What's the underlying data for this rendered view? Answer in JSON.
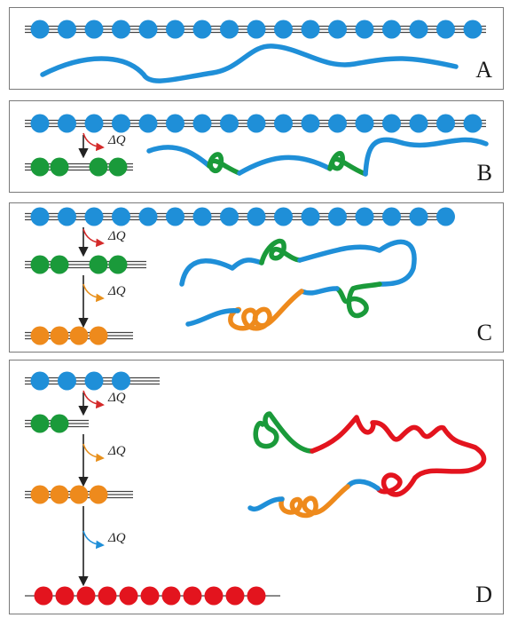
{
  "panels": [
    {
      "id": "A",
      "label": "A"
    },
    {
      "id": "B",
      "label": "B"
    },
    {
      "id": "C",
      "label": "C"
    },
    {
      "id": "D",
      "label": "D"
    }
  ],
  "heat_label": "ΔQ",
  "colors": {
    "blue": "#1f8fd8",
    "green": "#1a9a3a",
    "orange": "#ee8a1c",
    "red": "#e3141e",
    "arrow_red": "#d42a2a",
    "arrow_orange": "#e8901c",
    "arrow_blue": "#1f8fd8",
    "backbone": "#444444",
    "border": "#7a7a7a"
  }
}
